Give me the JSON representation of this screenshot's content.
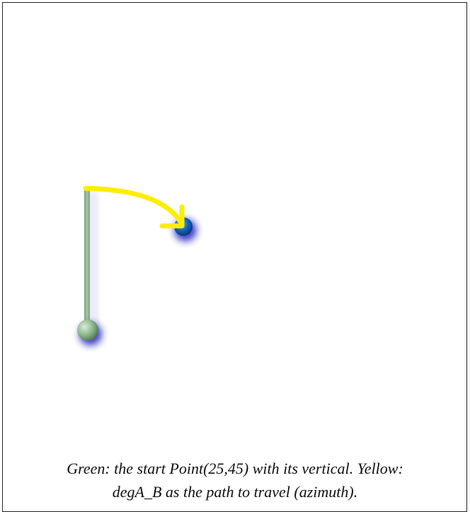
{
  "caption": {
    "line1": "Green: the start Point(25,45) with its vertical. Yellow:",
    "line2": "degA_B as the path to travel (azimuth)."
  },
  "colors": {
    "vertical_line": "#8fb28f",
    "start_point": "#9ac29a",
    "azimuth_arc": "#ffee00",
    "end_point": "#1565c0",
    "glow": "#2020c0",
    "frame": "#222222"
  },
  "icons": {
    "start": "green-sphere-marker",
    "end": "blue-sphere-marker",
    "arrow": "yellow-arrowhead"
  }
}
